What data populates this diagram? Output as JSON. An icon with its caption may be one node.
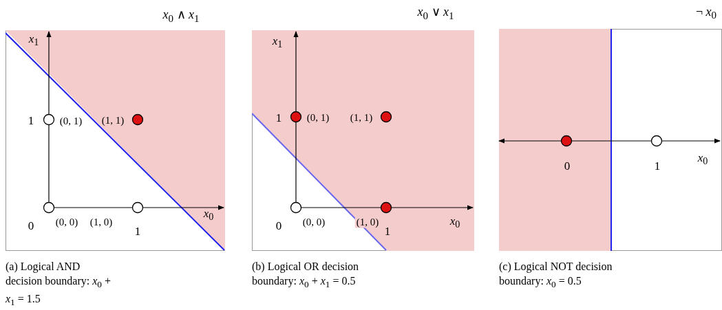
{
  "diagram": {
    "nodes": [
      {
        "text": [
          "*x*$_{0}$ ∧ *x*$_{1}$",
          "(a) Logical AND decision boundary: *x*$_{0}$ + *x*$_{1}$ = 1.5"
        ]
      },
      {
        "text": [
          "*x*$_{0}$ ∨ *x*$_{1}$",
          "(b) Logical OR decision boundary: *x*$_{0}$ + *x*$_{1}$ = 0.5"
        ]
      },
      {
        "text": [
          "¬ *x*$_{0}$",
          "(c) Logical NOT decision boundary: *x*$_{0}$ = 0.5"
        ]
      }
    ],
    "edges": [],
    "labels": [
      "*x*$_{1}$",
      "1",
      "(0, 1)",
      "(1, 1)",
      "*x*$_{0}$",
      "0",
      "(0, 0)",
      "(1, 0)",
      "1",
      "*x*$_{1}$",
      "1",
      "(0, 1)",
      "(1, 1)",
      "0",
      "(0, 0)",
      "(1, 0)",
      "*x*$_{0}$",
      "1",
      "0",
      "1",
      "*x*$_{0}$"
    ]
  }
}
